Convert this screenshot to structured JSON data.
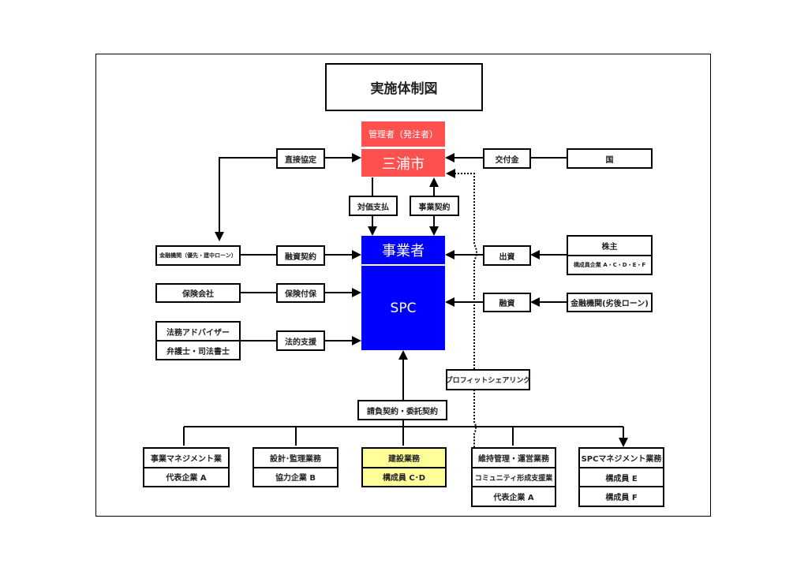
{
  "title": "実施体制図",
  "client": {
    "header": "管理者（発注者）",
    "name": "三浦市",
    "color": "#FF5050"
  },
  "operator": {
    "header": "事業者",
    "name": "SPC",
    "color": "#0000FF"
  },
  "relations": {
    "direct_agreement": "直接協定",
    "subsidy": "交付金",
    "payment": "対価支払",
    "project_contract": "事業契約",
    "loan_contract": "融資契約",
    "insurance": "保険付保",
    "legal_support": "法的支援",
    "investment": "出資",
    "financing": "融資",
    "profit_sharing": "プロフィットシェアリング",
    "contracts": "請負契約・委託契約"
  },
  "parties": {
    "state": "国",
    "senior_lender": "金融機関（優先・建中ローン）",
    "insurer": "保険会社",
    "legal": [
      "法務アドバイザー",
      "弁護士・司法書士"
    ],
    "shareholders": [
      "株主",
      "構成員企業 A・C・D・E・F"
    ],
    "sub_lender": "金融機関(劣後ローン)"
  },
  "tasks": [
    {
      "lines": [
        "事業マネジメント業",
        "代表企業 A"
      ]
    },
    {
      "lines": [
        "設計･監理業務",
        "協力企業 B"
      ]
    },
    {
      "lines": [
        "建設業務",
        "構成員 C･D"
      ],
      "highlight": "#FFFF99"
    },
    {
      "lines": [
        "維持管理・運営業務",
        "コミュニティ形成支援業",
        "代表企業 A"
      ]
    },
    {
      "lines": [
        "SPCマネジメント業務",
        "構成員 E",
        "構成員 F"
      ]
    }
  ]
}
